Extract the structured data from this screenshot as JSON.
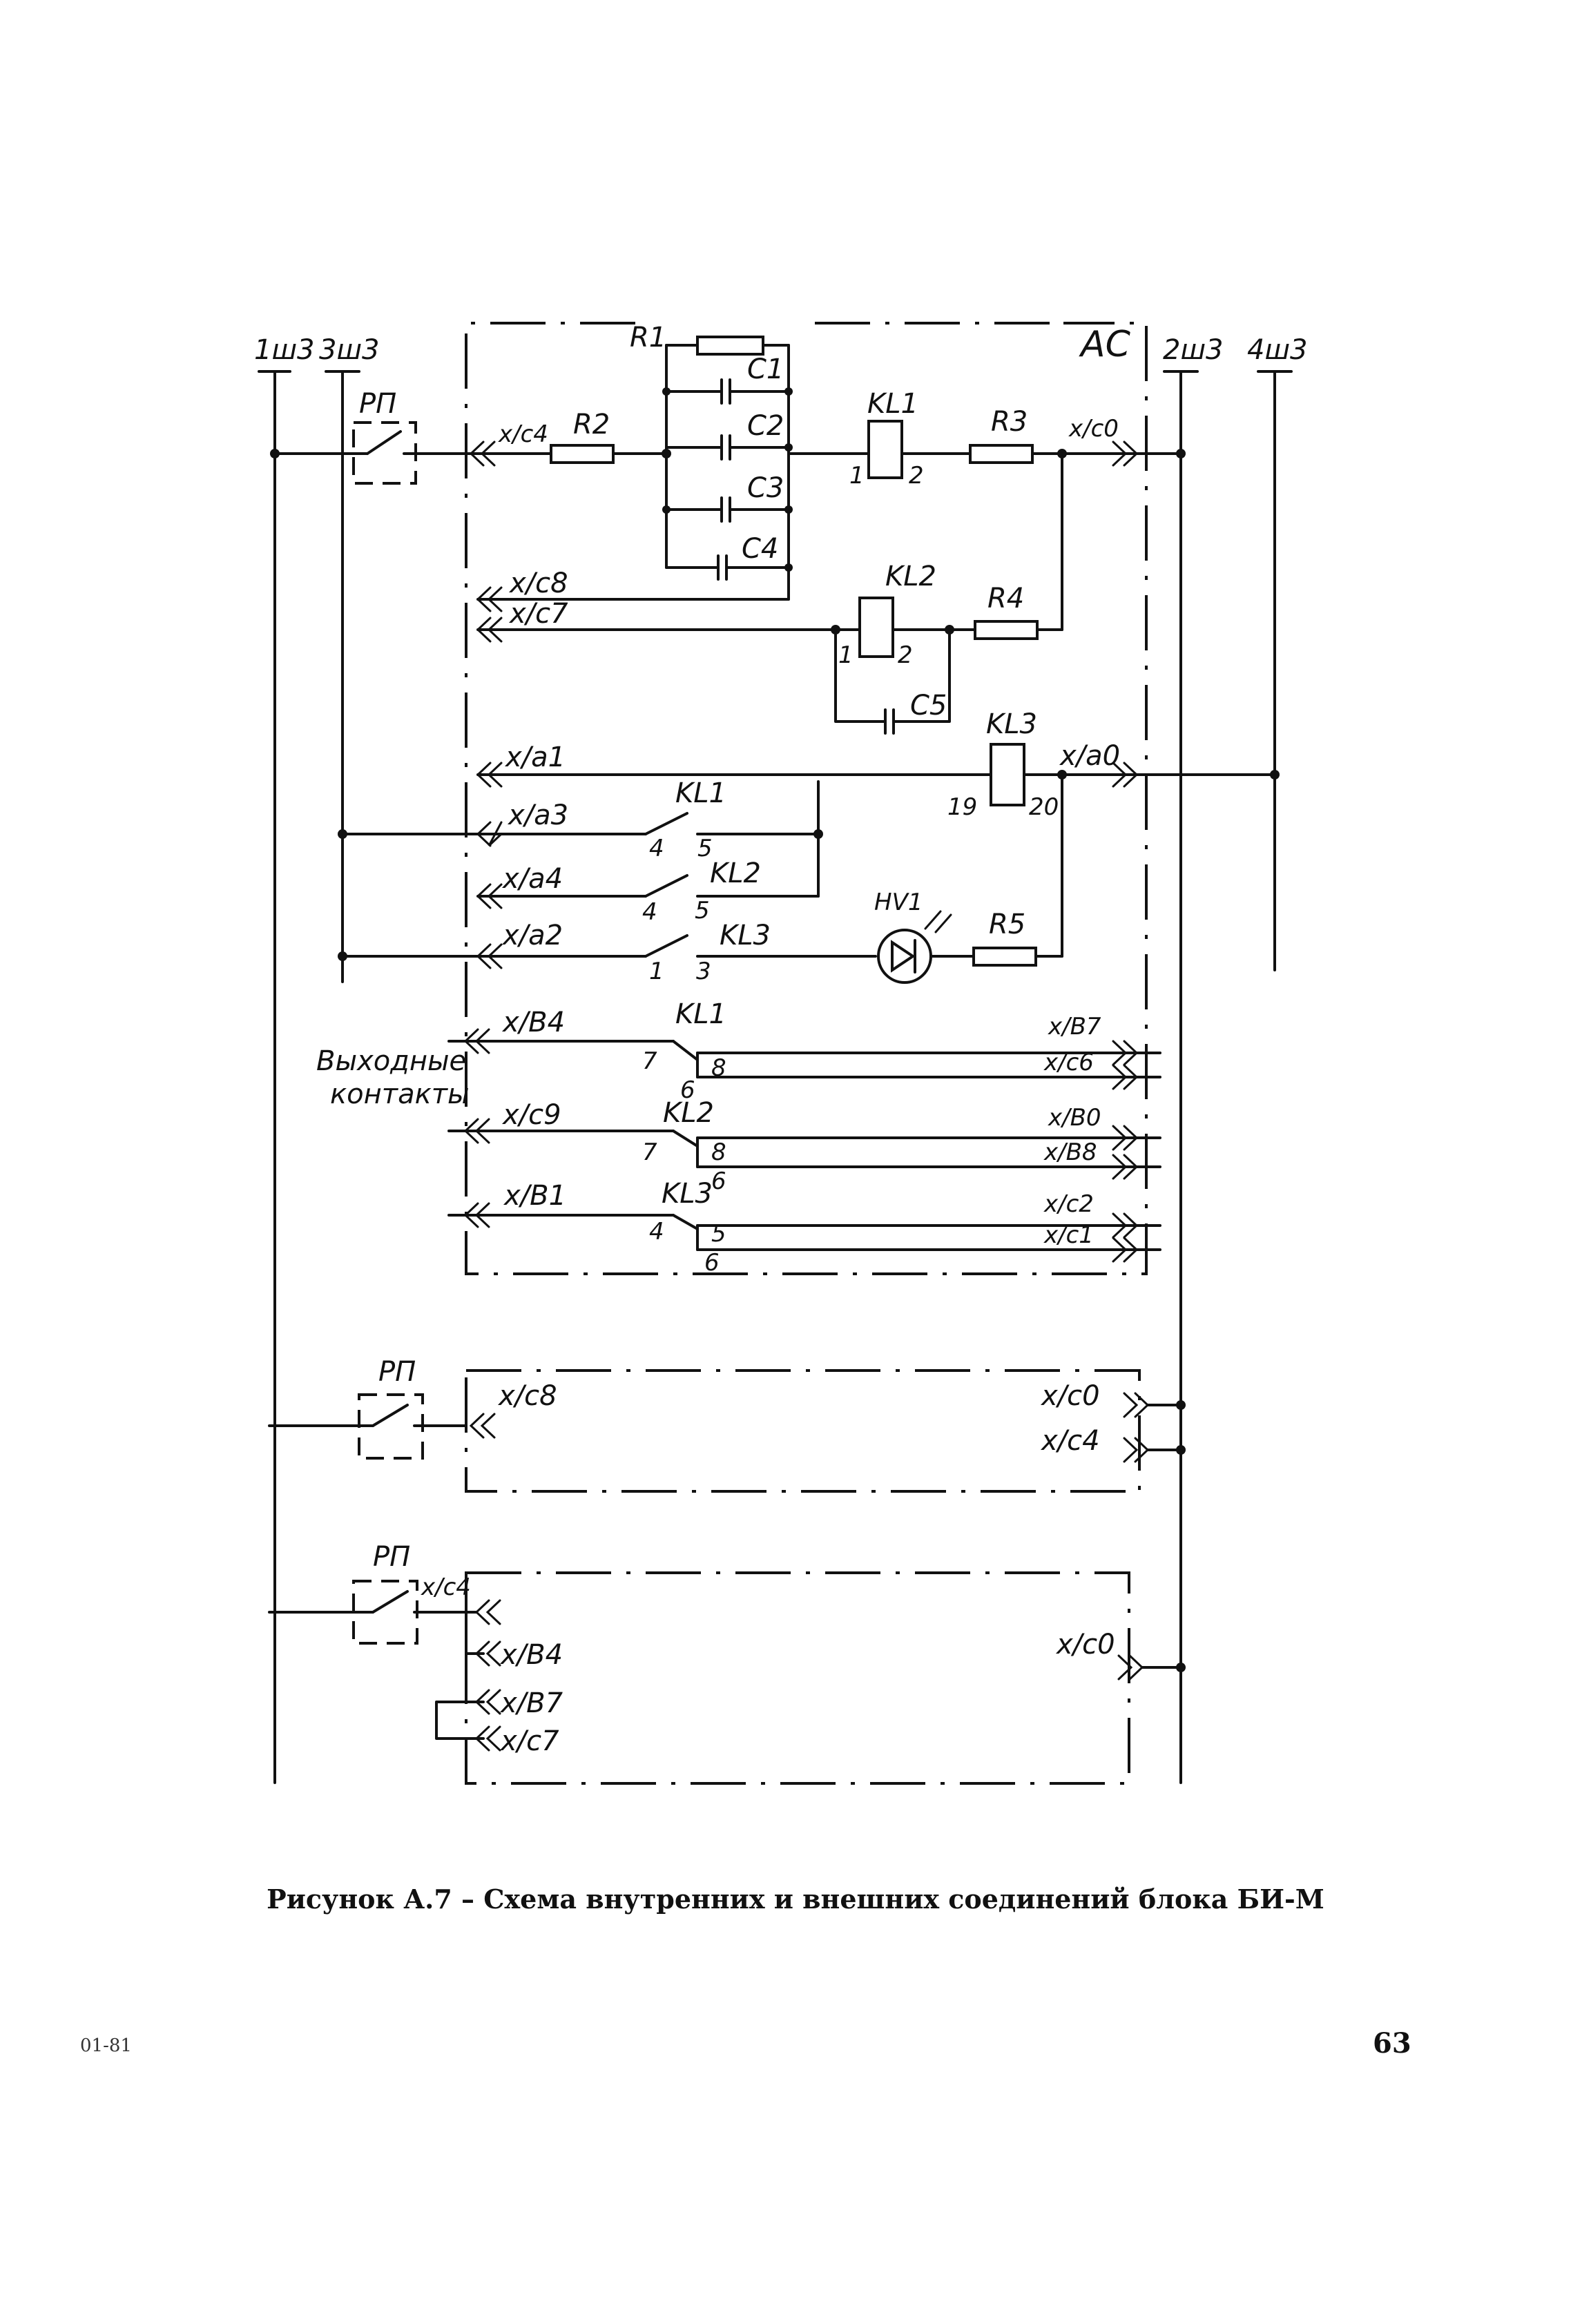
{
  "buses": {
    "b1": "1ш3",
    "b3": "3ш3",
    "b2": "2ш3",
    "b4": "4ш3"
  },
  "block": {
    "name": "АС"
  },
  "relays": {
    "rp": "РП",
    "kl1": "KL1",
    "kl2": "KL2",
    "kl3": "KL3"
  },
  "resistors": {
    "r1": "R1",
    "r2": "R2",
    "r3": "R3",
    "r4": "R4",
    "r5": "R5"
  },
  "capacitors": {
    "c1": "C1",
    "c2": "C2",
    "c3": "C3",
    "c4": "C4",
    "c5": "C5"
  },
  "indicator": {
    "hv1": "HV1"
  },
  "connectors": {
    "xc4": "x/c4",
    "xc0": "x/c0",
    "xc8": "x/c8",
    "xc7": "x/c7",
    "xa1": "x/a1",
    "xa0": "x/a0",
    "xa3": "x/a3",
    "xa4": "x/a4",
    "xa2": "x/a2",
    "xb4": "x/B4",
    "xb7": "x/B7",
    "xc6": "x/c6",
    "xc9": "x/c9",
    "xb0": "x/B0",
    "xb8": "x/B8",
    "xb1": "x/B1",
    "xc2": "x/c2",
    "xc1": "x/c1"
  },
  "pins": {
    "p1": "1",
    "p2": "2",
    "p3": "3",
    "p4": "4",
    "p5": "5",
    "p6": "6",
    "p7": "7",
    "p8": "8",
    "p19": "19",
    "p20": "20"
  },
  "output_contacts_label": [
    "Выходные",
    "контакты"
  ],
  "caption": "Рисунок А.7 – Схема внутренних и внешних соединений блока БИ-М",
  "doc_code": "01-81",
  "page_number": "63"
}
